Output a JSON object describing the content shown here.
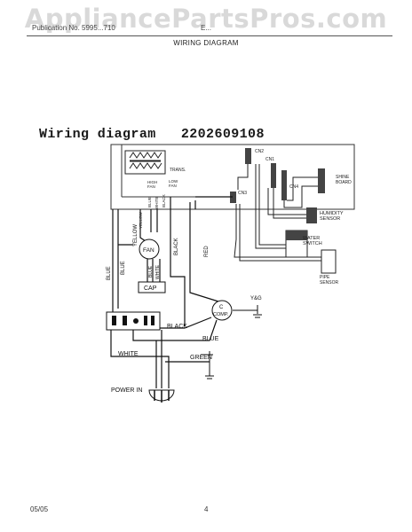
{
  "watermark": "AppliancePartsPros.com",
  "header": {
    "model_text": "Publication No. 5995...710",
    "section_text": "E...",
    "title": "WIRING DIAGRAM"
  },
  "diagram": {
    "title": "Wiring diagram",
    "part_number": "2202609108",
    "labels": {
      "trans": "TRANS.",
      "high_fan": "HIGH\nFAN",
      "low_fan": "LOW\nFAN",
      "cn2": "CN2",
      "cn1": "CN1",
      "cn3": "CN3",
      "cn4": "CN4",
      "shine_board": "SHINE\nBOARD",
      "humidity_sensor": "HUMIDITY\nSENSOR",
      "water_switch": "WATER\nSWITCH",
      "pipe_sensor": "PIPE\nSENSOR",
      "fan": "FAN",
      "cap": "CAP",
      "comp": "C\nCOMP.",
      "yg": "Y&G",
      "power_in": "POWER  IN",
      "wire_yellow": "YELLOW",
      "wire_black_vertical": "BLACK",
      "wire_red": "RED",
      "wire_blue_left": "BLUE",
      "wire_blue_mid": "BLUE",
      "wire_blue_fan": "BLUE",
      "wire_white_fan": "WHITE",
      "wire_blue_top": "BLUE",
      "wire_white_top": "WHITE",
      "wire_black_top": "BLACK",
      "wire_yellow_top": "YELLOW",
      "wire_black_bottom": "BLACK",
      "wire_blue_bottom": "BLUE",
      "wire_white_bottom": "WHITE",
      "wire_green": "GREEN"
    }
  },
  "footer": {
    "date": "05/05",
    "page": "4"
  }
}
